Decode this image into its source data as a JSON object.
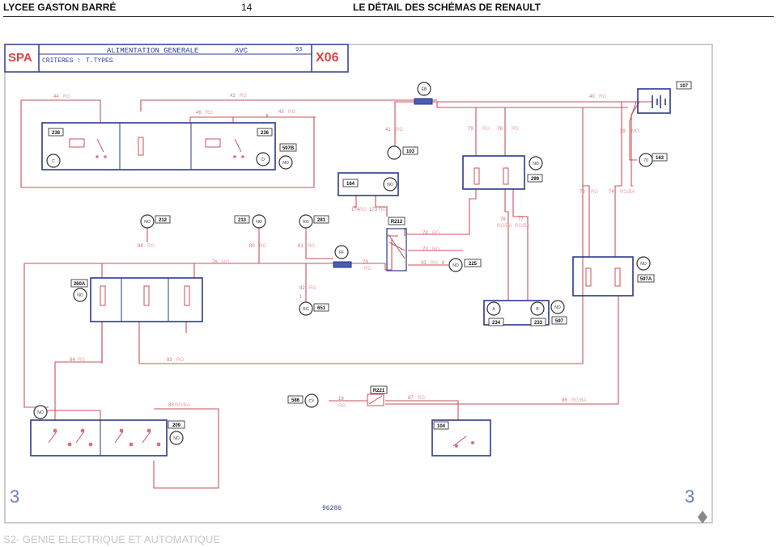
{
  "header": {
    "school": "LYCEE GASTON BARRÉ",
    "page": "14",
    "title": "LE  DÉTAIL DES SCHÉMAS DE RENAULT"
  },
  "footer": "S2- GENIE ELECTRIQUE ET AUTOMATIQUE",
  "sheet": {
    "logo": "SPA",
    "title": "ALIMENTATION GENERALE",
    "variant": "AVC",
    "number": "93",
    "criteria_label": "CRITERES :",
    "criteria_value": "T.TYPES",
    "code": "X06",
    "corner_left": "3",
    "corner_right": "3",
    "doc_number": "96286"
  },
  "boxes": {
    "b238": "238",
    "b236": "236",
    "b597b": "597B",
    "b164": "164",
    "b299": "299",
    "b107": "107",
    "b163": "163",
    "b103": "103",
    "b212": "212",
    "b213": "213",
    "b281": "281",
    "r212": "R212",
    "b225": "225",
    "b260a": "260A",
    "b651": "651",
    "b234": "234",
    "b233": "233",
    "b597": "597",
    "b597a": "597A",
    "b586": "586",
    "r221": "R221",
    "b104": "104",
    "b209": "209"
  },
  "colors": {
    "frame": "#2e3f8f",
    "wire": "#c9535a",
    "label": "#e08a93",
    "box": "#2b3a8c",
    "logo": "#d64545"
  }
}
